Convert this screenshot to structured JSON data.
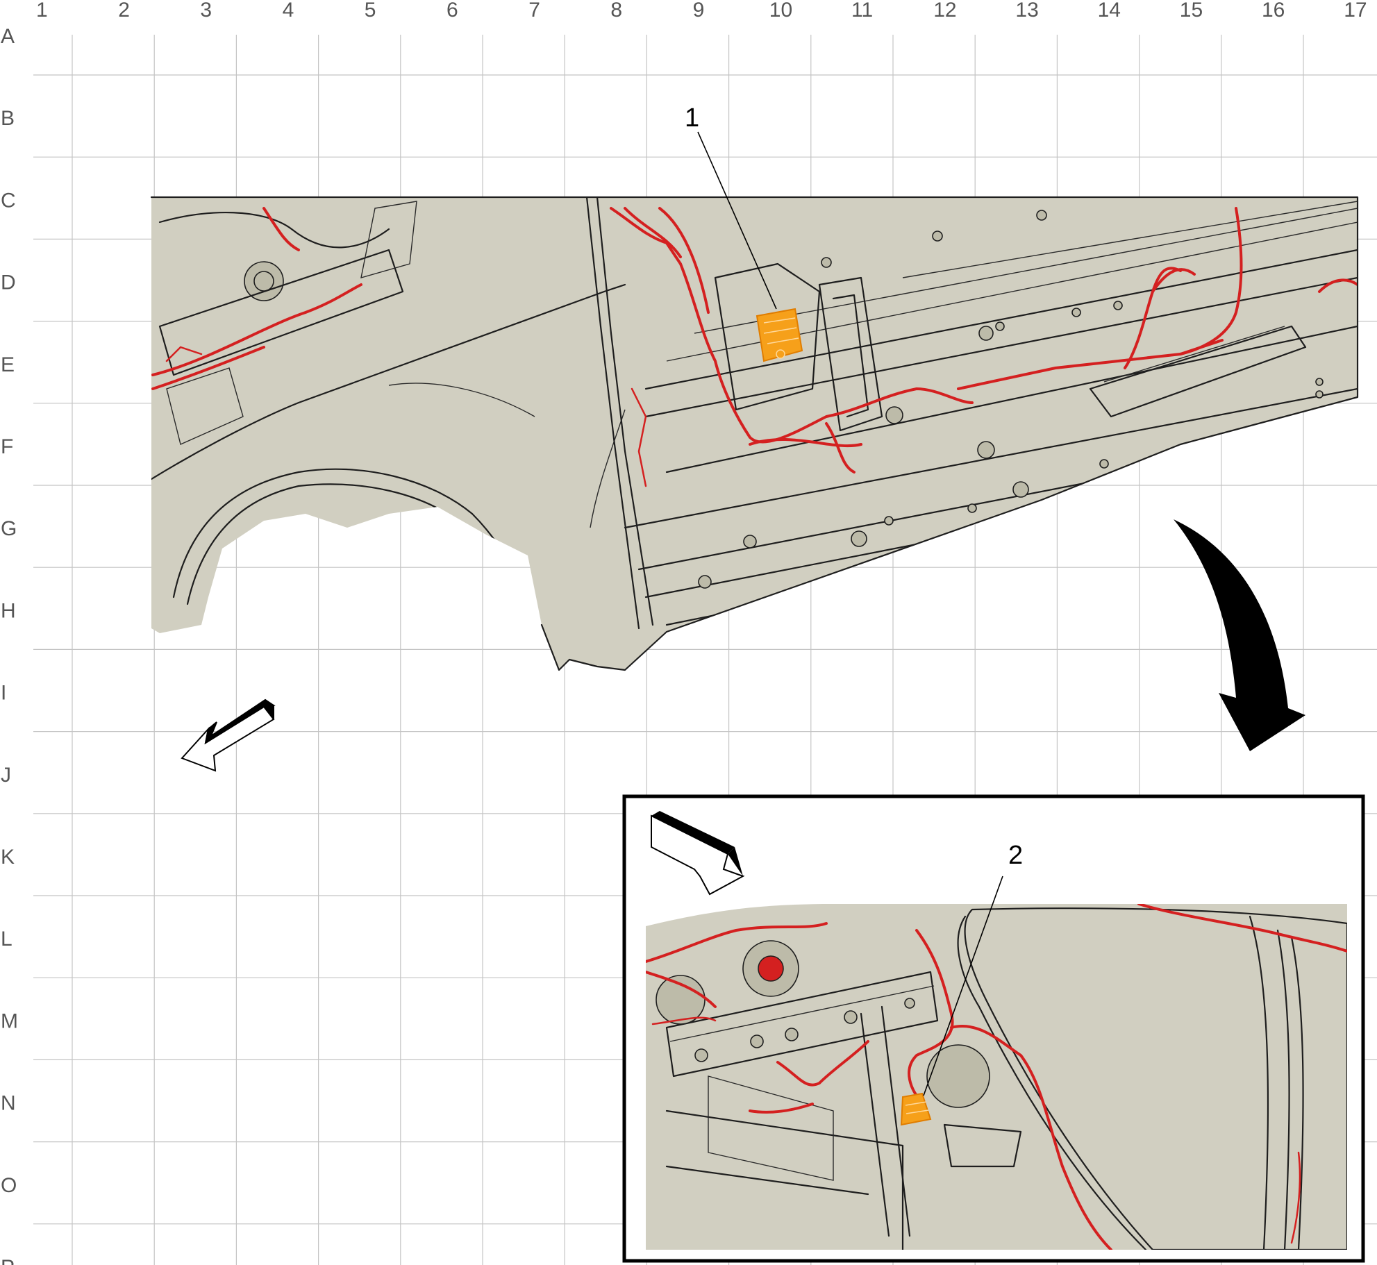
{
  "grid": {
    "columns": [
      "1",
      "2",
      "3",
      "4",
      "5",
      "6",
      "7",
      "8",
      "9",
      "10",
      "11",
      "12",
      "13",
      "14",
      "15",
      "16",
      "17"
    ],
    "rows": [
      "A",
      "B",
      "C",
      "D",
      "E",
      "F",
      "G",
      "H",
      "I",
      "J",
      "K",
      "L",
      "M",
      "N",
      "O",
      "P"
    ]
  },
  "callouts": [
    {
      "label": "1"
    },
    {
      "label": "2"
    }
  ],
  "colors": {
    "body_fill": "#d1cfc1",
    "harness": "#d42020",
    "module_highlight": "#f6a01a",
    "outline": "#1e1e1e",
    "grid_line": "#c4c4c4"
  },
  "icons": [
    "direction-arrow-icon",
    "view-rotation-arrow-icon"
  ]
}
